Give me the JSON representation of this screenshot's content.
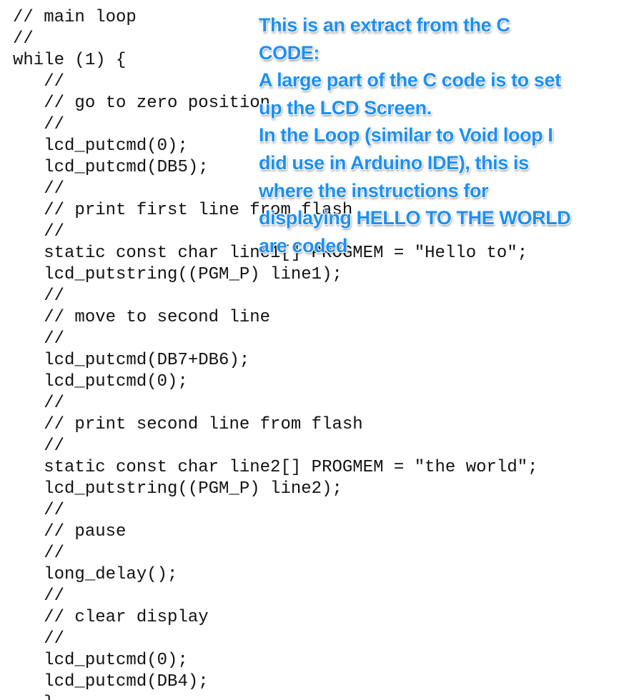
{
  "code": {
    "lines": [
      "//",
      "// main loop",
      "//",
      "while (1) {",
      "   //",
      "   // go to zero position",
      "   //",
      "   lcd_putcmd(0);",
      "   lcd_putcmd(DB5);",
      "   //",
      "   // print first line from flash",
      "   //",
      "   static const char line1[] PROGMEM = \"Hello to\";",
      "   lcd_putstring((PGM_P) line1);",
      "   //",
      "   // move to second line",
      "   //",
      "   lcd_putcmd(DB7+DB6);",
      "   lcd_putcmd(0);",
      "   //",
      "   // print second line from flash",
      "   //",
      "   static const char line2[] PROGMEM = \"the world\";",
      "   lcd_putstring((PGM_P) line2);",
      "   //",
      "   // pause",
      "   //",
      "   long_delay();",
      "   //",
      "   // clear display",
      "   //",
      "   lcd_putcmd(0);",
      "   lcd_putcmd(DB4);",
      "   }"
    ]
  },
  "annotation": {
    "lines": [
      "This is an extract from the C",
      "CODE:",
      "A large part of the C code is to set",
      "up the LCD Screen.",
      "In the Loop (similar to Void loop I",
      "did use in Arduino IDE), this is",
      "where the instructions for",
      "displaying HELLO TO THE WORLD",
      "are coded"
    ],
    "color": "#1d8ff2"
  }
}
